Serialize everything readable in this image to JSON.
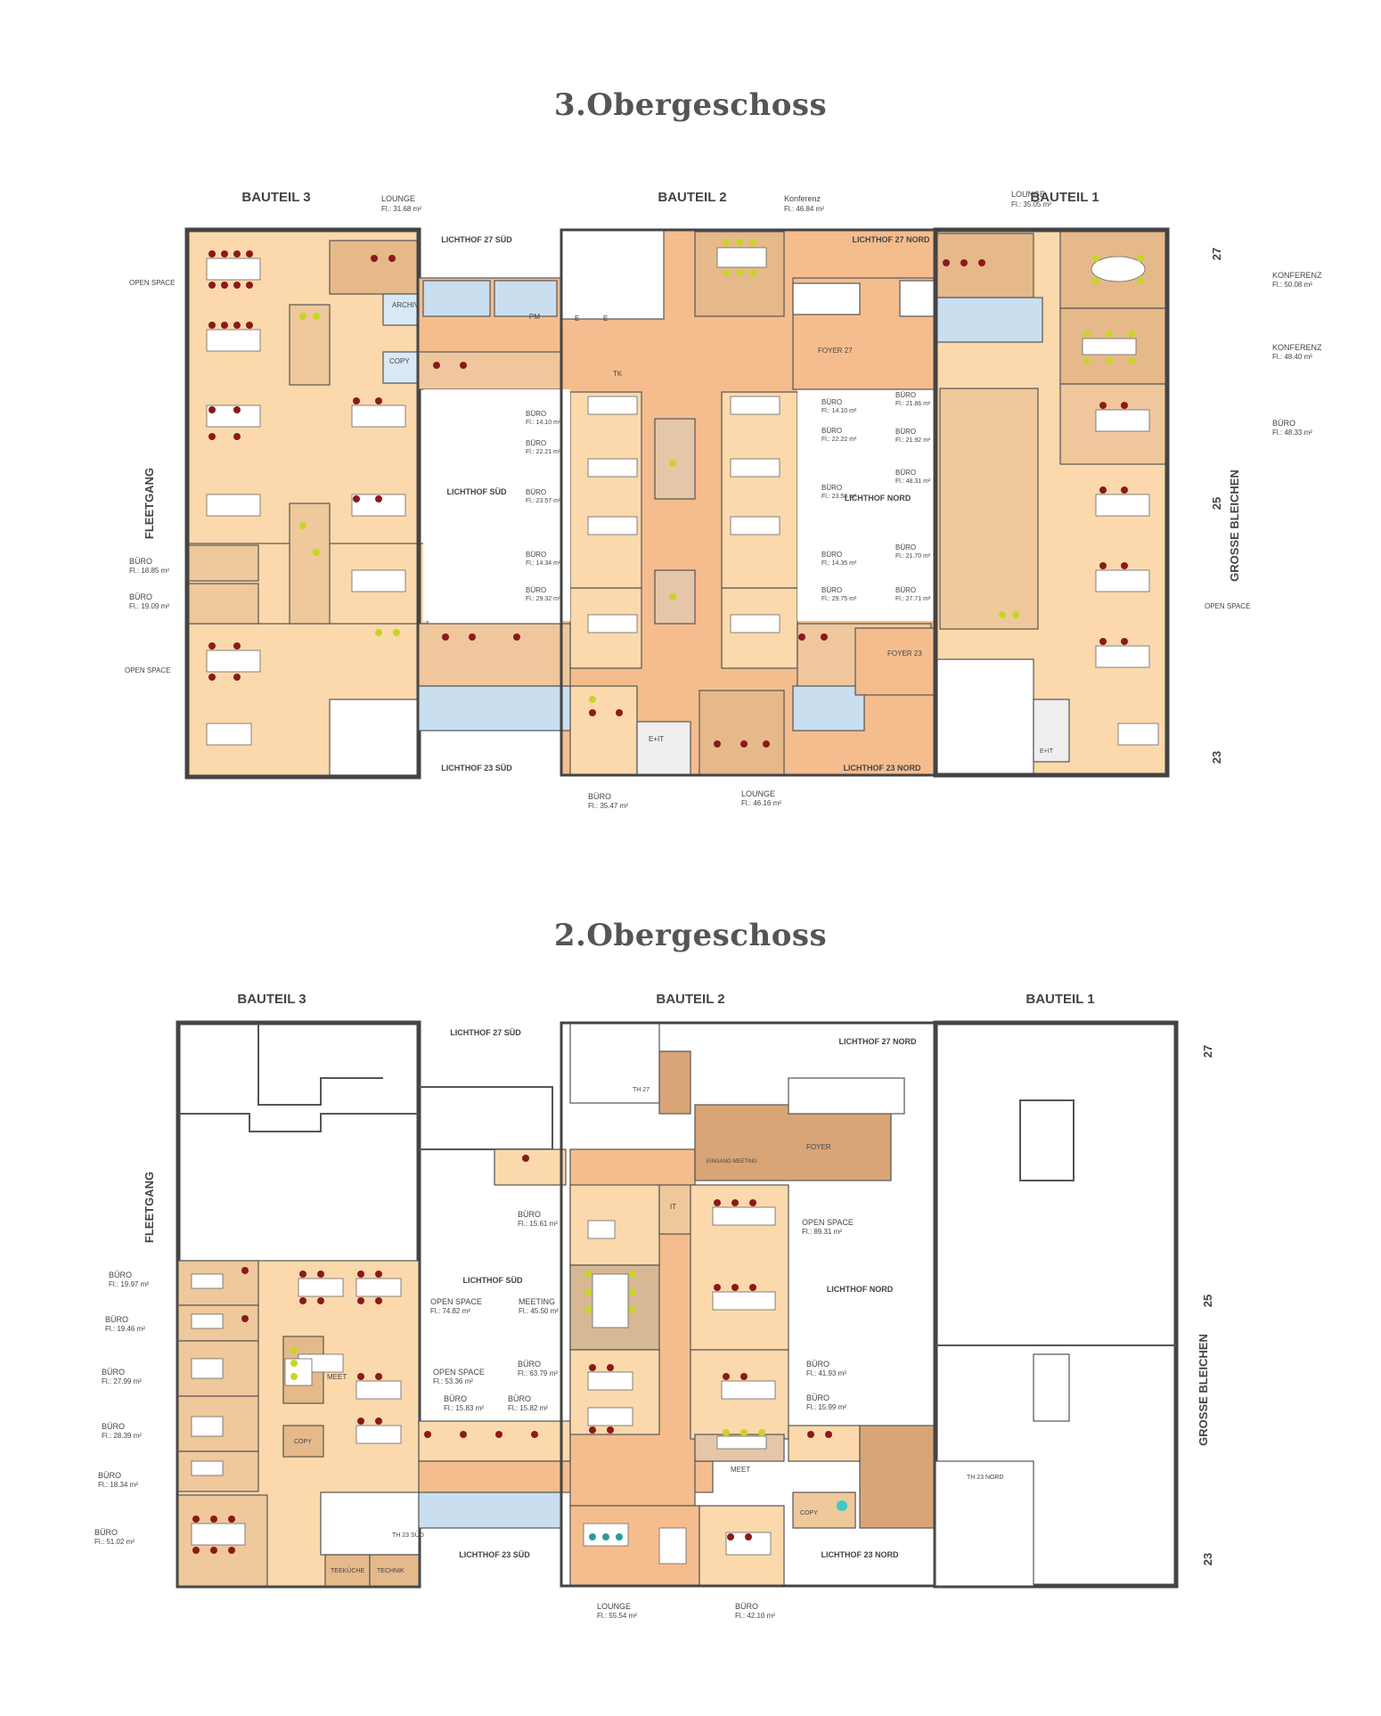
{
  "floors": [
    {
      "title": "3.Obergeschoss",
      "sections": [
        "BAUTEIL 3",
        "BAUTEIL 2",
        "BAUTEIL 1"
      ],
      "side_labels": {
        "left": "FLEETGANG",
        "right": "GROSSE BLEICHEN"
      },
      "axis_numbers": [
        "27",
        "25",
        "23"
      ],
      "rooms": [
        {
          "name": "LOUNGE",
          "area": "Fl.: 31.68 m²"
        },
        {
          "name": "Konferenz",
          "area": "Fl.: 46.84 m²"
        },
        {
          "name": "LOUNGE",
          "area": "Fl.: 35.05 m²"
        },
        {
          "name": "KONFERENZ",
          "area": "Fl.: 50.08 m²"
        },
        {
          "name": "KONFERENZ",
          "area": "Fl.: 48.40 m²"
        },
        {
          "name": "BÜRO",
          "area": "Fl.: 48.33 m²"
        },
        {
          "name": "BÜRO",
          "area": "Fl.: 18.85 m²"
        },
        {
          "name": "BÜRO",
          "area": "Fl.: 19.09 m²"
        },
        {
          "name": "BÜRO",
          "area": "Fl.: 14.10 m²"
        },
        {
          "name": "BÜRO",
          "area": "Fl.: 22.21 m²"
        },
        {
          "name": "BÜRO",
          "area": "Fl.: 23.57 m²"
        },
        {
          "name": "BÜRO",
          "area": "Fl.: 14.34 m²"
        },
        {
          "name": "BÜRO",
          "area": "Fl.: 29.32 m²"
        },
        {
          "name": "BÜRO",
          "area": "Fl.: 14.10 m²"
        },
        {
          "name": "BÜRO",
          "area": "Fl.: 22.22 m²"
        },
        {
          "name": "BÜRO",
          "area": "Fl.: 23.58 m²"
        },
        {
          "name": "BÜRO",
          "area": "Fl.: 14.35 m²"
        },
        {
          "name": "BÜRO",
          "area": "Fl.: 29.75 m²"
        },
        {
          "name": "BÜRO",
          "area": "Fl.: 21.86 m²"
        },
        {
          "name": "BÜRO",
          "area": "Fl.: 21.92 m²"
        },
        {
          "name": "BÜRO",
          "area": "Fl.: 48.31 m²"
        },
        {
          "name": "BÜRO",
          "area": "Fl.: 21.70 m²"
        },
        {
          "name": "BÜRO",
          "area": "Fl.: 27.71 m²"
        },
        {
          "name": "BÜRO",
          "area": "Fl.: 35.47 m²"
        },
        {
          "name": "LOUNGE",
          "area": "Fl.: 46.16 m²"
        }
      ],
      "labels": {
        "lichthof_27_sued": "LICHTHOF 27 SÜD",
        "lichthof_27_nord": "LICHTHOF 27 NORD",
        "lichthof_sued": "LICHTHOF SÜD",
        "lichthof_nord": "LICHTHOF NORD",
        "lichthof_23_sued": "LICHTHOF 23 SÜD",
        "lichthof_23_nord": "LICHTHOF 23 NORD",
        "open_space": "OPEN SPACE",
        "archiv": "ARCHIV",
        "copy": "COPY",
        "pm": "PM",
        "e": "E",
        "tk": "TK",
        "foyer_27": "FOYER 27",
        "foyer_23": "FOYER 23",
        "e_it": "E+IT"
      }
    },
    {
      "title": "2.Obergeschoss",
      "sections": [
        "BAUTEIL 3",
        "BAUTEIL 2",
        "BAUTEIL 1"
      ],
      "side_labels": {
        "left": "FLEETGANG",
        "right": "GROSSE BLEICHEN"
      },
      "axis_numbers": [
        "27",
        "25",
        "23"
      ],
      "rooms": [
        {
          "name": "BÜRO",
          "area": "Fl.: 19.97 m²"
        },
        {
          "name": "BÜRO",
          "area": "Fl.: 19.46 m²"
        },
        {
          "name": "BÜRO",
          "area": "Fl.: 27.99 m²"
        },
        {
          "name": "BÜRO",
          "area": "Fl.: 28.39 m²"
        },
        {
          "name": "BÜRO",
          "area": "Fl.: 18.34 m²"
        },
        {
          "name": "BÜRO",
          "area": "Fl.: 51.02 m²"
        },
        {
          "name": "BÜRO",
          "area": "Fl.: 15.61 m²"
        },
        {
          "name": "OPEN SPACE",
          "area": "Fl.: 74.82 m²"
        },
        {
          "name": "MEETING",
          "area": "Fl.: 45.50 m²"
        },
        {
          "name": "OPEN SPACE",
          "area": "Fl.: 53.36 m²"
        },
        {
          "name": "BÜRO",
          "area": "Fl.: 63.79 m²"
        },
        {
          "name": "BÜRO",
          "area": "Fl.: 15.83 m²"
        },
        {
          "name": "BÜRO",
          "area": "Fl.: 15.82 m²"
        },
        {
          "name": "OPEN SPACE",
          "area": "Fl.: 89.31 m²"
        },
        {
          "name": "BÜRO",
          "area": "Fl.: 41.93 m²"
        },
        {
          "name": "BÜRO",
          "area": "Fl.: 15.99 m²"
        },
        {
          "name": "LOUNGE",
          "area": "Fl.: 55.54 m²"
        },
        {
          "name": "BÜRO",
          "area": "Fl.: 42.10 m²"
        }
      ],
      "labels": {
        "lichthof_27_sued": "LICHTHOF 27 SÜD",
        "lichthof_27_nord": "LICHTHOF 27 NORD",
        "lichthof_sued": "LICHTHOF SÜD",
        "lichthof_nord": "LICHTHOF NORD",
        "lichthof_23_sued": "LICHTHOF 23 SÜD",
        "lichthof_23_nord": "LICHTHOF 23 NORD",
        "th_27": "TH 27",
        "th_23_sued": "TH 23 SÜD",
        "th_23_nord": "TH 23 NORD",
        "foyer": "FOYER",
        "eingang": "EINGANG MEETING",
        "it": "IT",
        "meet": "MEET",
        "copy": "COPY",
        "teekueche": "TEEKÜCHE",
        "technik": "TECHNIK"
      }
    }
  ]
}
